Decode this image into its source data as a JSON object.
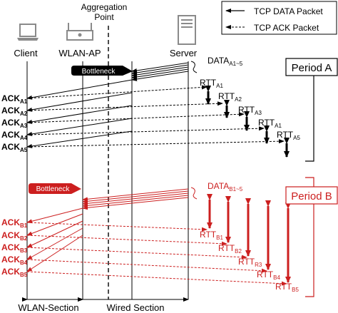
{
  "colors": {
    "black": "#000000",
    "red": "#cc1f1f",
    "gray_icon": "#8a8a8a"
  },
  "header": {
    "aggregation_point": "Aggregation Point"
  },
  "nodes": {
    "client": "Client",
    "wlan_ap": "WLAN-AP",
    "server": "Server"
  },
  "icons": {
    "client": "laptop-icon",
    "wlan_ap": "wifi-router-icon",
    "server": "server-tower-icon"
  },
  "legend": {
    "data_packet": "TCP DATA Packet",
    "ack_packet": "TCP ACK Packet"
  },
  "period_a": {
    "title": "Period A",
    "data_label": "DATA",
    "data_sub": "A1~5",
    "bottleneck": "Bottleneck",
    "acks": [
      {
        "main": "ACK",
        "sub": "A1"
      },
      {
        "main": "ACK",
        "sub": "A2"
      },
      {
        "main": "ACK",
        "sub": "A3"
      },
      {
        "main": "ACK",
        "sub": "A4"
      },
      {
        "main": "ACK",
        "sub": "A5"
      }
    ],
    "rtts": [
      {
        "main": "RTT",
        "sub": "A1"
      },
      {
        "main": "RTT",
        "sub": "A2"
      },
      {
        "main": "RTT",
        "sub": "A3"
      },
      {
        "main": "RTT",
        "sub": "A1"
      },
      {
        "main": "RTT",
        "sub": "A5"
      }
    ]
  },
  "period_b": {
    "title": "Period B",
    "data_label": "DATA",
    "data_sub": "B1~5",
    "bottleneck": "Bottleneck",
    "acks": [
      {
        "main": "ACK",
        "sub": "B1"
      },
      {
        "main": "ACK",
        "sub": "B2"
      },
      {
        "main": "ACK",
        "sub": "B3"
      },
      {
        "main": "ACK",
        "sub": "B4"
      },
      {
        "main": "ACK",
        "sub": "B5"
      }
    ],
    "rtts": [
      {
        "main": "RTT",
        "sub": "B1"
      },
      {
        "main": "RTT",
        "sub": "B2"
      },
      {
        "main": "RTT",
        "sub": "R3"
      },
      {
        "main": "RTT",
        "sub": "B4"
      },
      {
        "main": "RTT",
        "sub": "B5"
      }
    ]
  },
  "sections": {
    "wlan": "WLAN-Section",
    "wired": "Wired Section"
  }
}
